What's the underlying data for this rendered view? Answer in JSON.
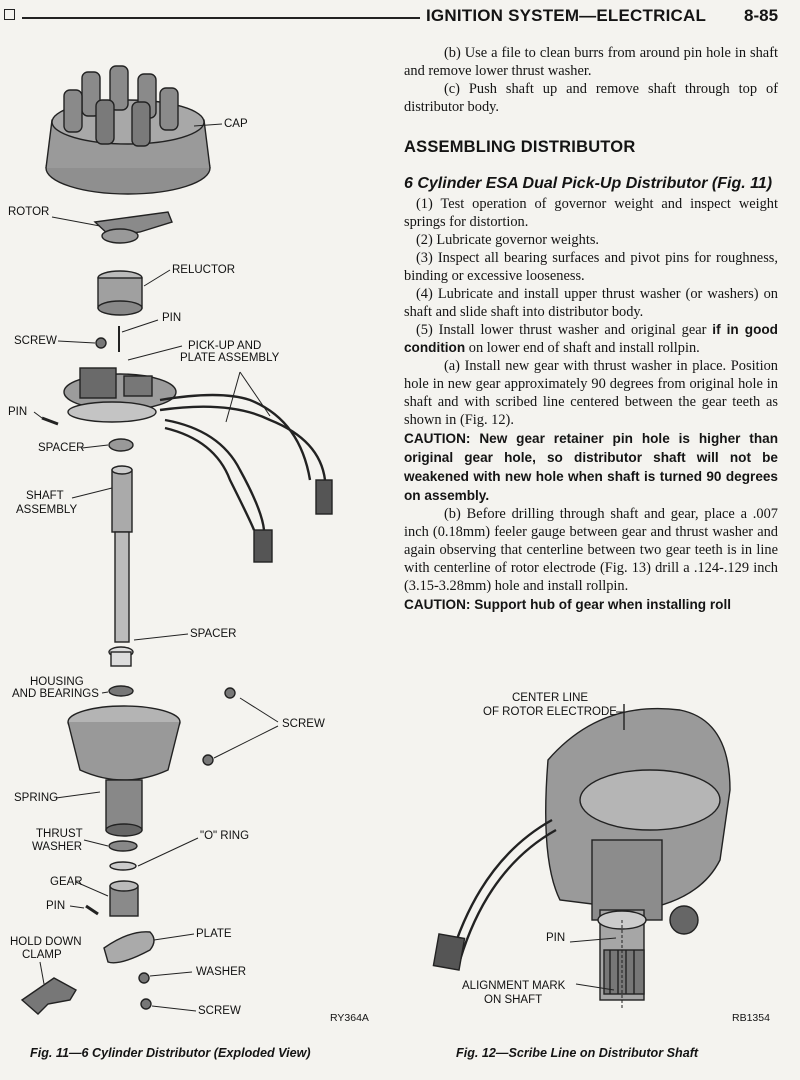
{
  "header": {
    "title": "IGNITION SYSTEM—ELECTRICAL",
    "page": "8-85"
  },
  "text": {
    "p_b1": "(b) Use a file to clean burrs from around pin hole in shaft and remove lower thrust washer.",
    "p_c": "(c) Push shaft up and remove shaft through top of distributor body.",
    "section": "ASSEMBLING DISTRIBUTOR",
    "subsection": "6 Cylinder ESA Dual Pick-Up Distributor (Fig. 11)",
    "s1": "(1) Test operation of governor weight and inspect weight springs for distortion.",
    "s2": "(2) Lubricate governor weights.",
    "s3": "(3) Inspect all bearing surfaces and pivot pins for roughness, binding or excessive looseness.",
    "s4": "(4) Lubricate and install upper thrust washer (or washers) on shaft and slide shaft into distributor body.",
    "s5_a": "(5) Install lower thrust washer and original gear",
    "s5_bold": "if in good condition",
    "s5_b": "on lower end of shaft and install rollpin.",
    "sa": "(a) Install new gear with thrust washer in place. Position hole in new gear approximately 90 degrees from original hole in shaft and with scribed line centered between the gear teeth as shown in (Fig. 12).",
    "caution1": "CAUTION: New gear retainer pin hole is higher than original gear hole, so distributor shaft will not be weakened with new hole when shaft is turned 90 degrees on assembly.",
    "sb": "(b) Before drilling through shaft and gear, place a .007 inch (0.18mm) feeler gauge between gear and thrust washer and again observing that centerline between two gear teeth is in line with centerline of rotor electrode (Fig. 13) drill a .124-.129 inch (3.15-3.28mm) hole and install rollpin.",
    "caution2": "CAUTION: Support hub of gear when installing roll"
  },
  "fig11": {
    "labels": {
      "cap": "CAP",
      "rotor": "ROTOR",
      "reluctor": "RELUCTOR",
      "pin_top": "PIN",
      "screw_top": "SCREW",
      "pickup_1": "PICK-UP AND",
      "pickup_2": "PLATE ASSEMBLY",
      "pin_mid": "PIN",
      "spacer_top": "SPACER",
      "shaft_1": "SHAFT",
      "shaft_2": "ASSEMBLY",
      "spacer_bot": "SPACER",
      "housing_1": "HOUSING",
      "housing_2": "AND BEARINGS",
      "screw_mid": "SCREW",
      "spring": "SPRING",
      "thrust_1": "THRUST",
      "thrust_2": "WASHER",
      "oring": "\"O\" RING",
      "gear": "GEAR",
      "pin_bot": "PIN",
      "plate": "PLATE",
      "hold_1": "HOLD DOWN",
      "hold_2": "CLAMP",
      "washer": "WASHER",
      "screw_bot": "SCREW"
    },
    "ref": "RY364A",
    "caption": "Fig. 11—6 Cylinder Distributor (Exploded View)"
  },
  "fig12": {
    "labels": {
      "center_1": "CENTER LINE",
      "center_2": "OF ROTOR ELECTRODE",
      "pin": "PIN",
      "align_1": "ALIGNMENT MARK",
      "align_2": "ON SHAFT"
    },
    "ref": "RB1354",
    "caption": "Fig. 12—Scribe Line on Distributor Shaft"
  }
}
